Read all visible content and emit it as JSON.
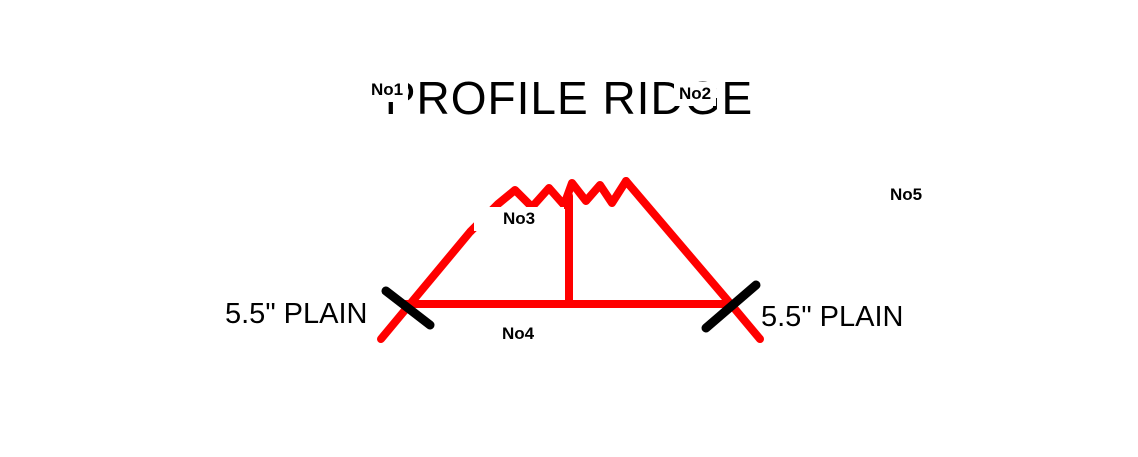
{
  "diagram": {
    "title": "PROFILE RIDGE",
    "left_label": "5.5\" PLAIN",
    "right_label": "5.5\" PLAIN",
    "markers": [
      "No1",
      "No2",
      "No3",
      "No4",
      "No5"
    ],
    "colors": {
      "profile_line": "#ff0000",
      "fastener": "#000000",
      "text": "#000000",
      "background": "#ffffff"
    }
  }
}
